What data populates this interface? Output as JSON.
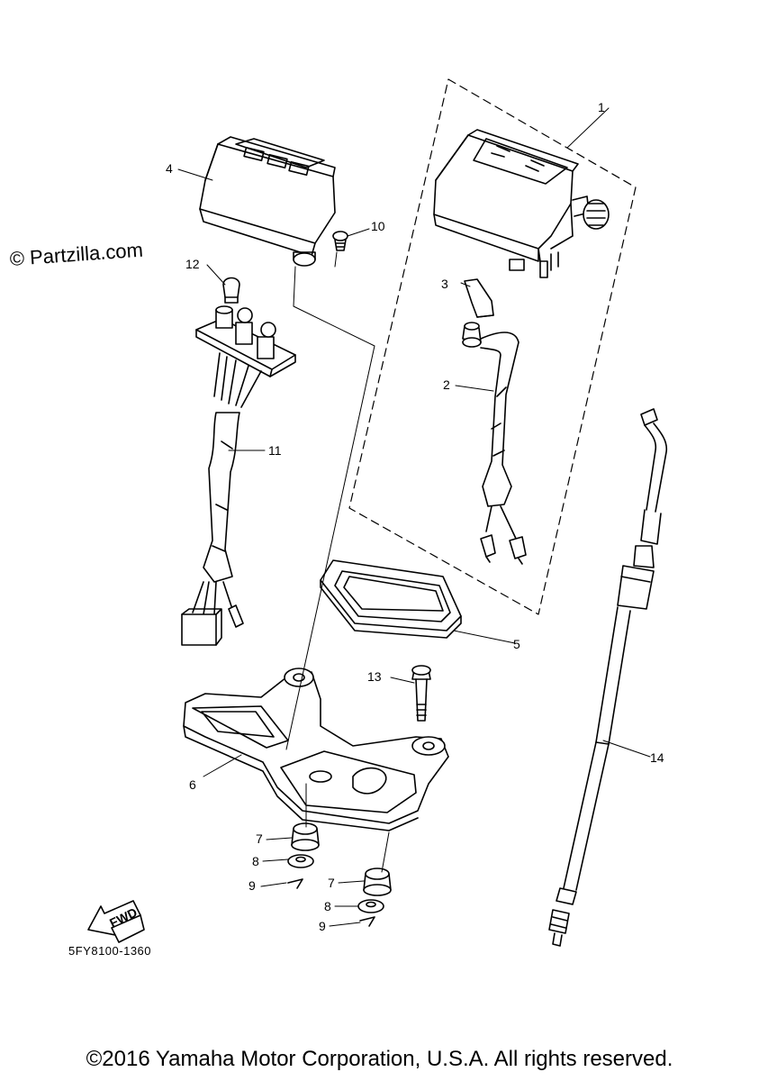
{
  "watermark": "© Partzilla.com",
  "diagram_code": "5FY8100-1360",
  "copyright": "©2016 Yamaha Motor Corporation, U.S.A. All rights reserved.",
  "fwd_label": "FWD",
  "callouts": {
    "c1": "1",
    "c2": "2",
    "c3": "3",
    "c4": "4",
    "c5": "5",
    "c6": "6",
    "c7a": "7",
    "c7b": "7",
    "c8a": "8",
    "c8b": "8",
    "c9a": "9",
    "c9b": "9",
    "c10": "10",
    "c11": "11",
    "c12": "12",
    "c13": "13",
    "c14": "14"
  }
}
